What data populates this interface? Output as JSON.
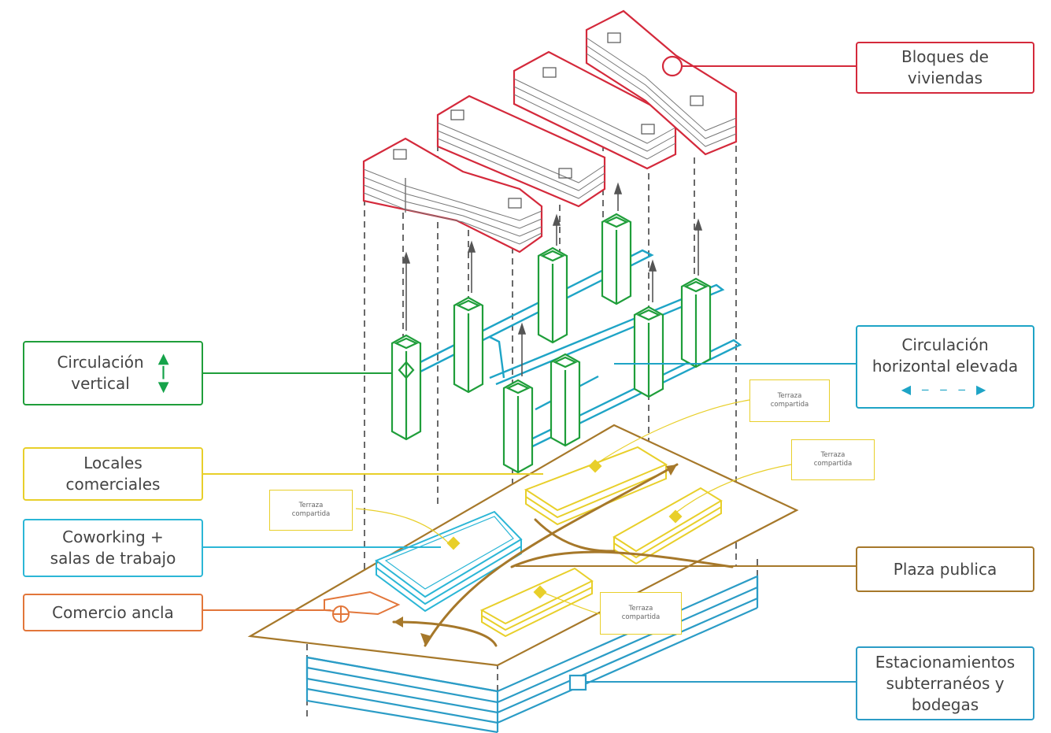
{
  "colors": {
    "viviendas": "#d4293b",
    "circulacion_vertical": "#1f9e3a",
    "circulacion_horizontal": "#1ea4c6",
    "locales": "#e8cf2a",
    "coworking": "#2bb6d6",
    "comercio_ancla": "#e2763a",
    "plaza": "#a6782a",
    "estacionamientos": "#2b9cc6",
    "dashed": "#444444"
  },
  "labels": {
    "bloques": [
      "Bloques de",
      "viviendas"
    ],
    "circ_vertical": [
      "Circulación",
      "vertical"
    ],
    "circ_horizontal": [
      "Circulación",
      "horizontal elevada"
    ],
    "locales": [
      "Locales",
      "comerciales"
    ],
    "coworking": [
      "Coworking +",
      "salas de trabajo"
    ],
    "comercio_ancla": "Comercio ancla",
    "plaza": "Plaza publica",
    "estacionamientos": [
      "Estacionamientos",
      "subterranéos y",
      "bodegas"
    ],
    "terraza": [
      "Terraza",
      "compartida"
    ]
  },
  "icons": {
    "vertical_arrows": "up-down-arrow-icon",
    "horizontal_arrows": "left-right-dashed-arrow-icon"
  }
}
